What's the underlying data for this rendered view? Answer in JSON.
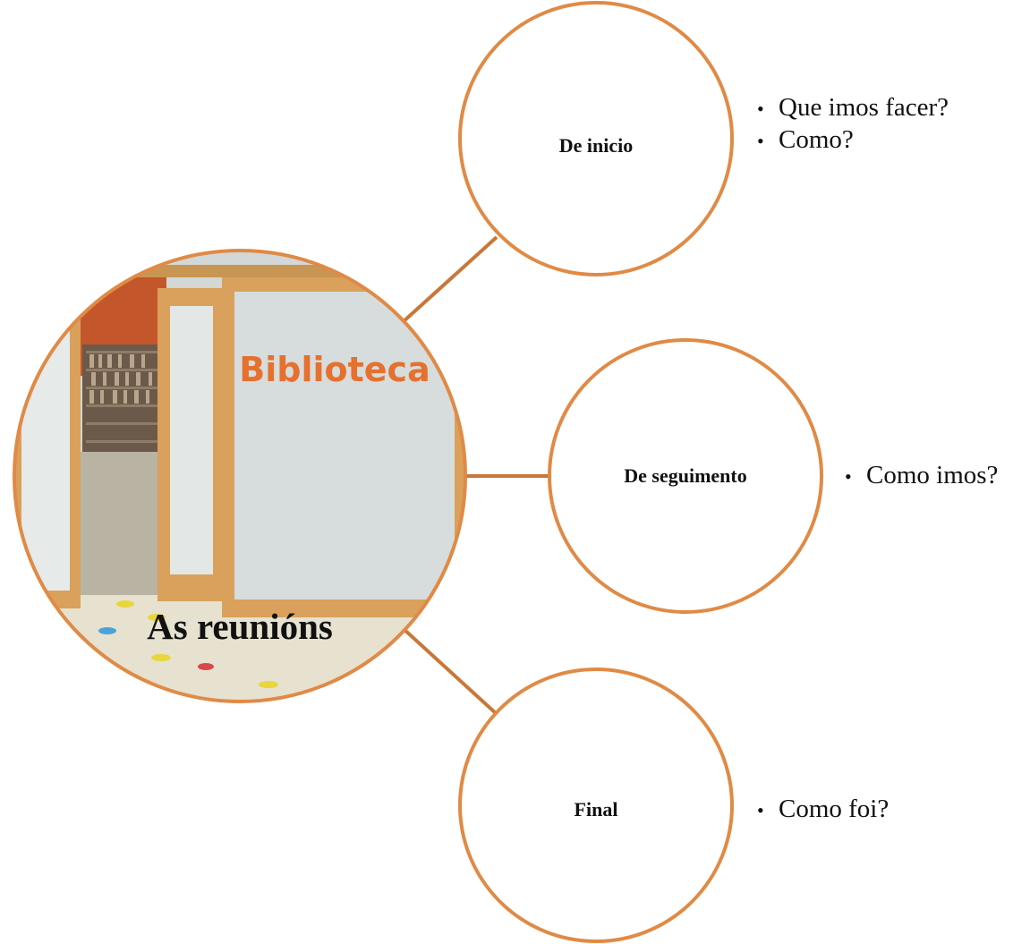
{
  "colors": {
    "accent": "#e08a45",
    "connector": "#c8773a",
    "circle_fill": "#ffffff"
  },
  "photo": {
    "sign_text": "Biblioteca",
    "caption": "As reunións"
  },
  "nodes": [
    {
      "label": "De inicio",
      "bullets": [
        "Que imos facer?",
        "Como?"
      ]
    },
    {
      "label": "De seguimento",
      "bullets": [
        "Como imos?"
      ]
    },
    {
      "label": "Final",
      "bullets": [
        "Como foi?"
      ]
    }
  ]
}
